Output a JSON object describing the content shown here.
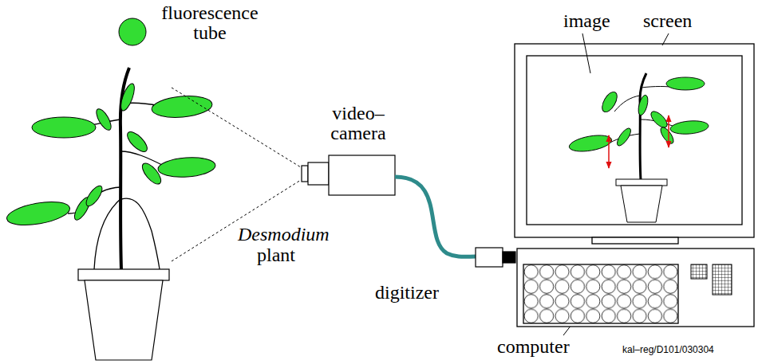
{
  "diagram": {
    "labels": [
      "fluorescence tube",
      "video–camera",
      "Desmodium",
      "plant",
      "digitizer",
      "image",
      "screen",
      "computer",
      "kal–reg/D101/030304"
    ]
  }
}
